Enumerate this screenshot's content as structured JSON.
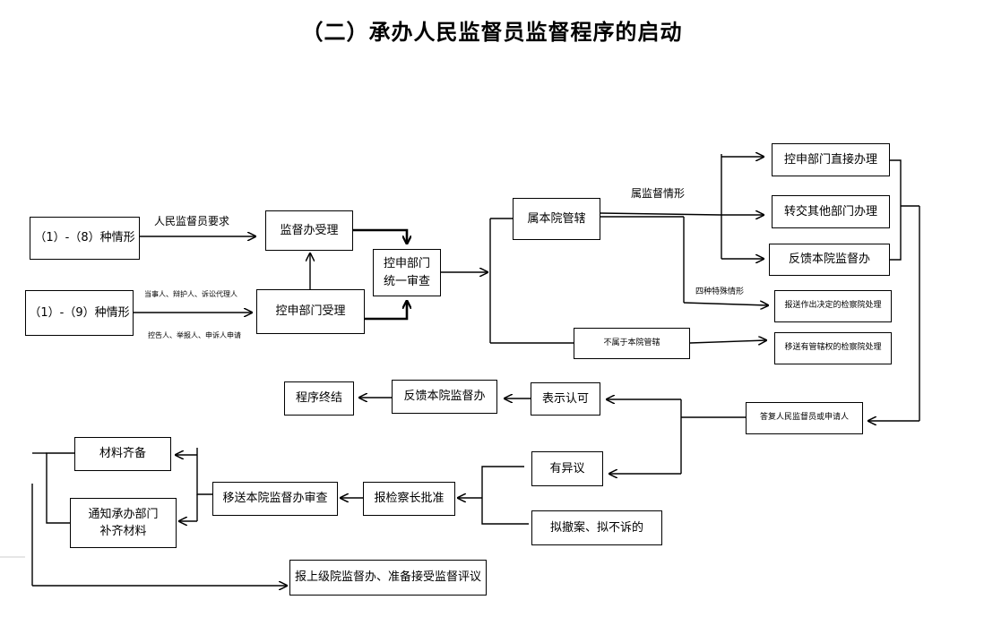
{
  "title": "（二）承办人民监督员监督程序的启动",
  "boxes": {
    "cases_1_8": "（1）-（8）种情形",
    "cases_1_9": "（1）-（9）种情形",
    "supervision_office_accept": "监督办受理",
    "complaint_dept_accept": "控申部门受理",
    "complaint_review_line1": "控申部门",
    "complaint_review_line2": "统一审查",
    "under_jurisdiction": "属本院管辖",
    "not_under_jurisdiction": "不属于本院管辖",
    "direct_handle": "控申部门直接办理",
    "transfer_other": "转交其他部门办理",
    "feedback_office": "反馈本院监督办",
    "report_decision_proc": "报送作出决定的检察院处理",
    "transfer_jurisdiction_proc": "移送有管辖权的检察院处理",
    "reply_supervisor": "答复人民监督员或申请人",
    "approve": "表示认可",
    "feedback_office_2": "反馈本院监督办",
    "procedure_end": "程序终结",
    "objection": "有异议",
    "withdraw": "拟撤案、拟不诉的",
    "chief_approval": "报检察长批准",
    "transfer_review": "移送本院监督办审查",
    "materials_ready": "材料齐备",
    "notify_line1": "通知承办部门",
    "notify_line2": "补齐材料",
    "report_superior": "报上级院监督办、准备接受监督评议"
  },
  "labels": {
    "supervisor_request": "人民监督员要求",
    "parties_top": "当事人、辩护人、诉讼代理人",
    "parties_bottom": "控告人、举报人、申诉人申请",
    "supervision_cases": "属监督情形",
    "four_special": "四种特殊情形"
  }
}
